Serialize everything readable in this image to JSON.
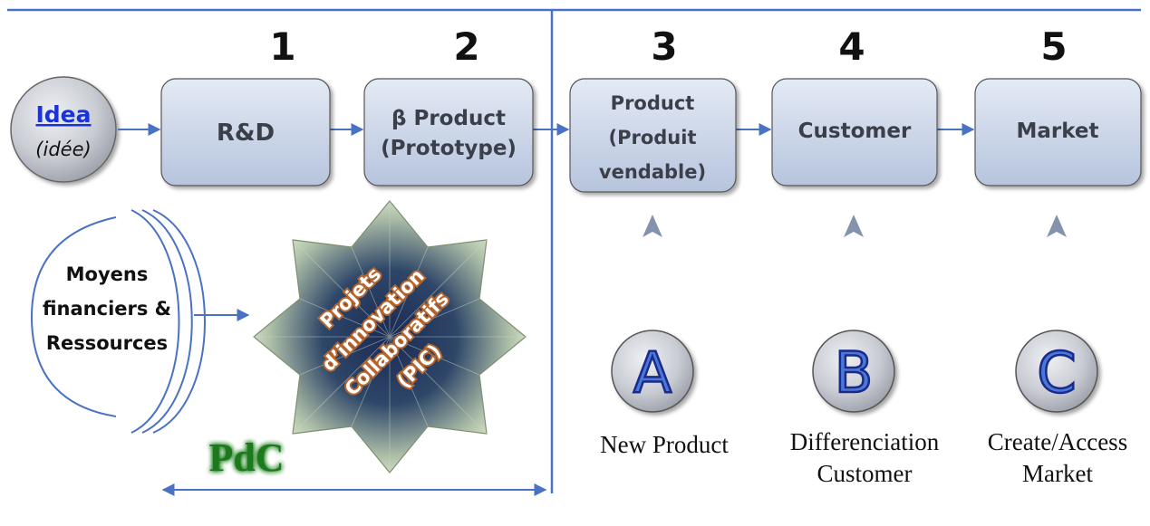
{
  "stage_numbers": [
    "1",
    "2",
    "3",
    "4",
    "5"
  ],
  "idea": {
    "link": "Idea",
    "sub": "(idée)"
  },
  "boxes": {
    "rd": "R&D",
    "beta_line1": "β Product",
    "beta_line2": "(Prototype)",
    "product_line1": "Product",
    "product_line2": "(Produit",
    "product_line3": "vendable)",
    "customer": "Customer",
    "market": "Market"
  },
  "resources": {
    "line1": "Moyens",
    "line2": "financiers &",
    "line3": "Ressources"
  },
  "pic": {
    "line1": "Projets",
    "line2": "d’innovation",
    "line3": "Collaboratifs",
    "line4": "(PIC)"
  },
  "pdc": "PdC",
  "circles": [
    {
      "letter": "A",
      "line1": "New Product",
      "line2": ""
    },
    {
      "letter": "B",
      "line1": "Differenciation",
      "line2": "Customer"
    },
    {
      "letter": "C",
      "line1": "Create/Access",
      "line2": "Market"
    }
  ],
  "colors": {
    "line": "#4a72c4",
    "box_top": "#dfe6f3",
    "box_bottom": "#b7c5de",
    "pdc_green": "#1c7a1c",
    "pic_text": "#b5652d"
  }
}
